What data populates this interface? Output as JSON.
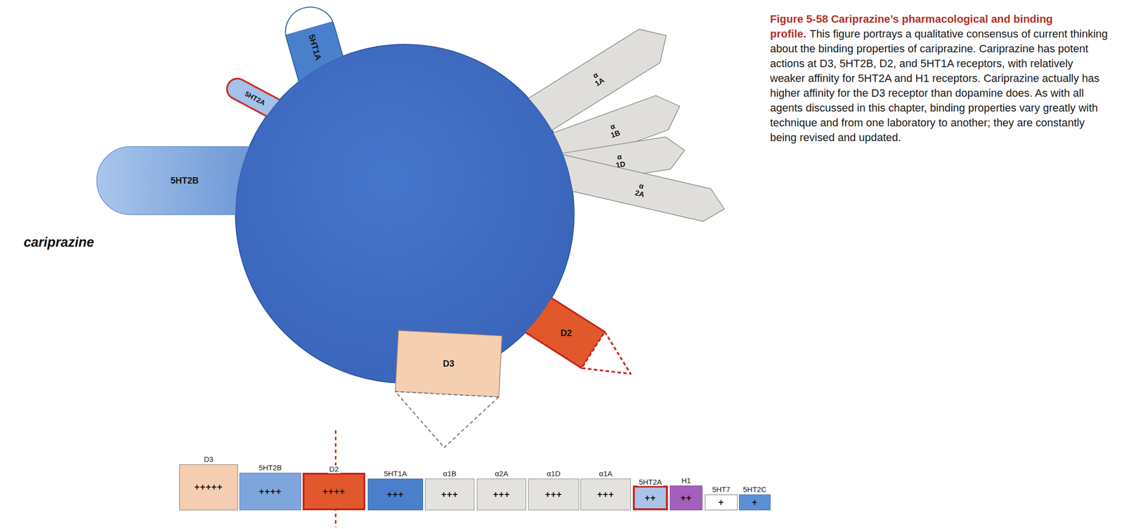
{
  "diagram": {
    "title": "Figure 5-58 Cariprazine’s pharmacological and binding profile.",
    "caption": "This figure portrays a qualitative consensus of current thinking about the binding properties of cariprazine. Cariprazine has potent actions at D3, 5HT2B, D2, and 5HT1A receptors, with relatively weaker affinity for 5HT2A and H1 receptors. Cariprazine actually has higher affinity for the D3 receptor than dopamine does. As with all agents discussed in this chapter, binding properties vary greatly with technique and from one laboratory to another; they are constantly being revised and updated.",
    "nodes": [
      {
        "text": [
          "5HT1A"
        ]
      },
      {
        "text": [
          "5HT2A"
        ]
      },
      {
        "text": [
          "5HT2B"
        ]
      },
      {
        "text": [
          "α 1A"
        ]
      },
      {
        "text": [
          "α 1B"
        ]
      },
      {
        "text": [
          "α 1D"
        ]
      },
      {
        "text": [
          "α 2A"
        ]
      },
      {
        "text": [
          "D2"
        ]
      },
      {
        "text": [
          "D3"
        ]
      },
      {
        "text": [
          "D3",
          "+++++"
        ]
      },
      {
        "text": [
          "5HT2B",
          "++++"
        ]
      },
      {
        "text": [
          "D2",
          "++++"
        ]
      },
      {
        "text": [
          "5HT1A",
          "+++"
        ]
      },
      {
        "text": [
          "α1B",
          "+++"
        ]
      },
      {
        "text": [
          "α2A",
          "+++"
        ]
      },
      {
        "text": [
          "α1D",
          "+++"
        ]
      },
      {
        "text": [
          "α1A",
          "+++"
        ]
      },
      {
        "text": [
          "5HT2A",
          "++"
        ]
      },
      {
        "text": [
          "H1",
          "++"
        ]
      },
      {
        "text": [
          "5HT7",
          "+"
        ]
      },
      {
        "text": [
          "5HT2C",
          "+"
        ]
      }
    ],
    "labels": [
      "cariprazine"
    ]
  }
}
